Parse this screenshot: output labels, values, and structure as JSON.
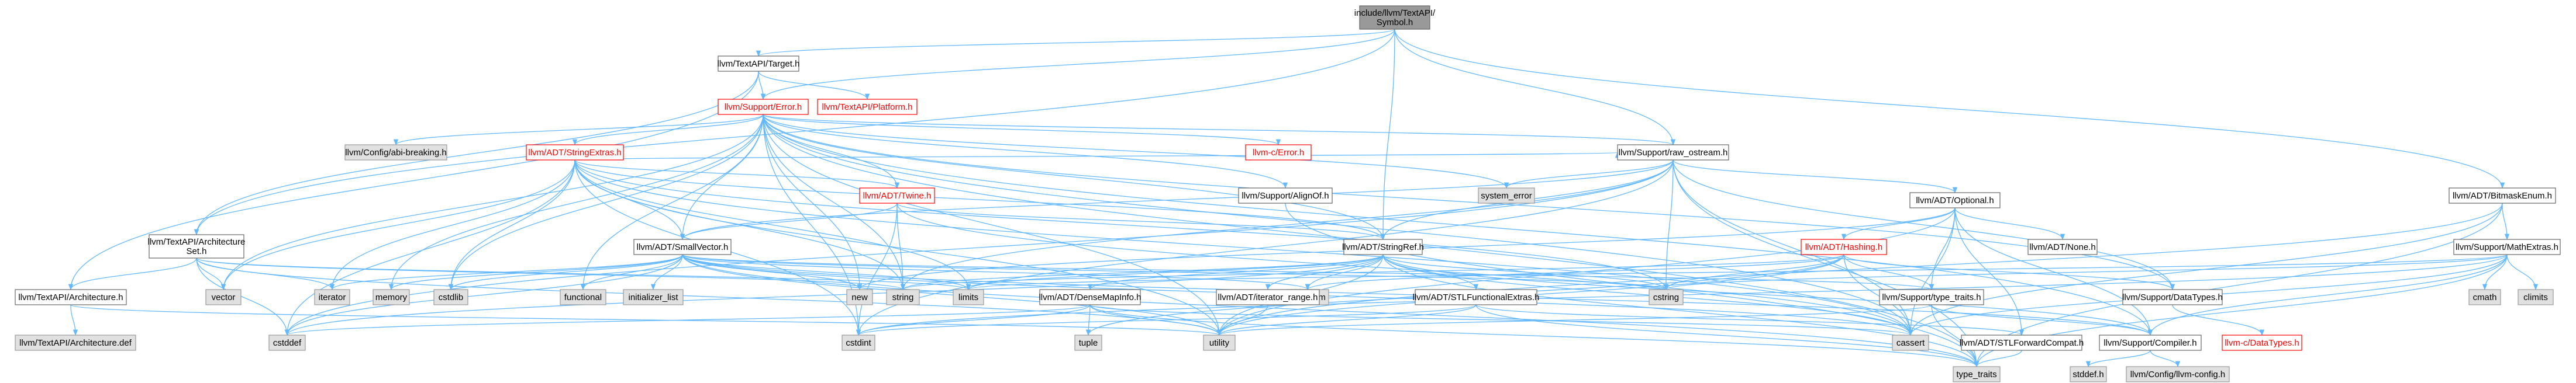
{
  "colors": {
    "root_fill": "#999999",
    "node_fill": "#ffffff",
    "node_stroke": "#666666",
    "missing_node_stroke": "#ff0000",
    "external_fill": "#e0e0e0",
    "external_stroke": "#999999",
    "text": "#000000",
    "missing_text": "#ff0000",
    "edge": "#63b8ff"
  },
  "nodes": [
    {
      "id": "root",
      "label": "include/llvm/TextAPI/Symbol.h",
      "kind": "root"
    },
    {
      "id": "target",
      "label": "llvm/TextAPI/Target.h",
      "kind": "normal"
    },
    {
      "id": "platform",
      "label": "llvm/TextAPI/Platform.h",
      "kind": "missing"
    },
    {
      "id": "error",
      "label": "llvm/Support/Error.h",
      "kind": "missing"
    },
    {
      "id": "abibreaking",
      "label": "llvm/Config/abi-breaking.h",
      "kind": "external"
    },
    {
      "id": "stringextras",
      "label": "llvm/ADT/StringExtras.h",
      "kind": "missing"
    },
    {
      "id": "cerror",
      "label": "llvm-c/Error.h",
      "kind": "missing"
    },
    {
      "id": "rawostream",
      "label": "llvm/Support/raw_ostream.h",
      "kind": "normal"
    },
    {
      "id": "systemerror",
      "label": "system_error",
      "kind": "external"
    },
    {
      "id": "alignof",
      "label": "llvm/Support/AlignOf.h",
      "kind": "normal"
    },
    {
      "id": "twine",
      "label": "llvm/ADT/Twine.h",
      "kind": "missing"
    },
    {
      "id": "archset",
      "label": "llvm/TextAPI/Architecture Set.h",
      "kind": "normal"
    },
    {
      "id": "archh",
      "label": "llvm/TextAPI/Architecture.h",
      "kind": "normal"
    },
    {
      "id": "archdef",
      "label": "llvm/TextAPI/Architecture.def",
      "kind": "external"
    },
    {
      "id": "smallvector",
      "label": "llvm/ADT/SmallVector.h",
      "kind": "normal"
    },
    {
      "id": "stringref",
      "label": "llvm/ADT/StringRef.h",
      "kind": "normal"
    },
    {
      "id": "optional",
      "label": "llvm/ADT/Optional.h",
      "kind": "normal"
    },
    {
      "id": "hashing",
      "label": "llvm/ADT/Hashing.h",
      "kind": "missing"
    },
    {
      "id": "none",
      "label": "llvm/ADT/None.h",
      "kind": "normal"
    },
    {
      "id": "bitmaskenum",
      "label": "llvm/ADT/BitmaskEnum.h",
      "kind": "normal"
    },
    {
      "id": "mathextras",
      "label": "llvm/Support/MathExtras.h",
      "kind": "normal"
    },
    {
      "id": "cmath",
      "label": "cmath",
      "kind": "external"
    },
    {
      "id": "climits",
      "label": "climits",
      "kind": "external"
    },
    {
      "id": "vector",
      "label": "vector",
      "kind": "external"
    },
    {
      "id": "iterator",
      "label": "iterator",
      "kind": "external"
    },
    {
      "id": "memory",
      "label": "memory",
      "kind": "external"
    },
    {
      "id": "cstdlib",
      "label": "cstdlib",
      "kind": "external"
    },
    {
      "id": "functional",
      "label": "functional",
      "kind": "external"
    },
    {
      "id": "initlist",
      "label": "initializer_list",
      "kind": "external"
    },
    {
      "id": "new",
      "label": "new",
      "kind": "external"
    },
    {
      "id": "string",
      "label": "string",
      "kind": "external"
    },
    {
      "id": "limits",
      "label": "limits",
      "kind": "external"
    },
    {
      "id": "algorithm",
      "label": "algorithm",
      "kind": "external"
    },
    {
      "id": "cstring",
      "label": "cstring",
      "kind": "external"
    },
    {
      "id": "typetraits_h",
      "label": "llvm/Support/type_traits.h",
      "kind": "normal"
    },
    {
      "id": "datatypes",
      "label": "llvm/Support/DataTypes.h",
      "kind": "normal"
    },
    {
      "id": "densemapinfo",
      "label": "llvm/ADT/DenseMapInfo.h",
      "kind": "normal"
    },
    {
      "id": "iteratorrange",
      "label": "llvm/ADT/iterator_range.h",
      "kind": "normal"
    },
    {
      "id": "stlfunctional",
      "label": "llvm/ADT/STLFunctionalExtras.h",
      "kind": "normal"
    },
    {
      "id": "cstddef",
      "label": "cstddef",
      "kind": "external"
    },
    {
      "id": "cstdint",
      "label": "cstdint",
      "kind": "external"
    },
    {
      "id": "tuple",
      "label": "tuple",
      "kind": "external"
    },
    {
      "id": "utility",
      "label": "utility",
      "kind": "external"
    },
    {
      "id": "cassert",
      "label": "cassert",
      "kind": "external"
    },
    {
      "id": "stlforward",
      "label": "llvm/ADT/STLForwardCompat.h",
      "kind": "normal"
    },
    {
      "id": "compiler",
      "label": "llvm/Support/Compiler.h",
      "kind": "normal"
    },
    {
      "id": "cdatatypes",
      "label": "llvm-c/DataTypes.h",
      "kind": "missing"
    },
    {
      "id": "typetraits",
      "label": "type_traits",
      "kind": "external"
    },
    {
      "id": "stddef",
      "label": "stddef.h",
      "kind": "external"
    },
    {
      "id": "llvmconfig",
      "label": "llvm/Config/llvm-config.h",
      "kind": "external"
    }
  ],
  "edges": [
    [
      "root",
      "target"
    ],
    [
      "root",
      "error"
    ],
    [
      "root",
      "rawostream"
    ],
    [
      "root",
      "stringref"
    ],
    [
      "root",
      "bitmaskenum"
    ],
    [
      "root",
      "archset"
    ],
    [
      "target",
      "platform"
    ],
    [
      "target",
      "error"
    ],
    [
      "target",
      "archh"
    ],
    [
      "target",
      "archset"
    ],
    [
      "error",
      "abibreaking"
    ],
    [
      "error",
      "stringextras"
    ],
    [
      "error",
      "cerror"
    ],
    [
      "error",
      "rawostream"
    ],
    [
      "error",
      "alignof"
    ],
    [
      "error",
      "twine"
    ],
    [
      "error",
      "smallvector"
    ],
    [
      "error",
      "stringref"
    ],
    [
      "error",
      "compiler"
    ],
    [
      "error",
      "datatypes"
    ],
    [
      "error",
      "cassert"
    ],
    [
      "error",
      "cstdint"
    ],
    [
      "error",
      "cstdlib"
    ],
    [
      "error",
      "functional"
    ],
    [
      "error",
      "memory"
    ],
    [
      "error",
      "new"
    ],
    [
      "error",
      "string"
    ],
    [
      "error",
      "systemerror"
    ],
    [
      "error",
      "type_traits_dummy"
    ],
    [
      "error",
      "utility"
    ],
    [
      "error",
      "vector"
    ],
    [
      "error",
      "typetraits"
    ],
    [
      "stringextras",
      "smallvector"
    ],
    [
      "stringextras",
      "stringref"
    ],
    [
      "stringextras",
      "twine"
    ],
    [
      "stringextras",
      "iterator"
    ],
    [
      "stringextras",
      "cassert"
    ],
    [
      "stringextras",
      "cstddef"
    ],
    [
      "stringextras",
      "cstdint"
    ],
    [
      "stringextras",
      "cstdlib"
    ],
    [
      "stringextras",
      "cstring"
    ],
    [
      "stringextras",
      "limits"
    ],
    [
      "stringextras",
      "string"
    ],
    [
      "stringextras",
      "utility"
    ],
    [
      "stringextras",
      "vector"
    ],
    [
      "stringextras",
      "rawostream"
    ],
    [
      "twine",
      "smallvector"
    ],
    [
      "twine",
      "stringref"
    ],
    [
      "twine",
      "cassert"
    ],
    [
      "twine",
      "cstdint"
    ],
    [
      "twine",
      "string"
    ],
    [
      "alignof",
      "typetraits"
    ],
    [
      "rawostream",
      "stringref"
    ],
    [
      "rawostream",
      "optional"
    ],
    [
      "rawostream",
      "datatypes"
    ],
    [
      "rawostream",
      "cassert"
    ],
    [
      "rawostream",
      "cstddef"
    ],
    [
      "rawostream",
      "cstdint"
    ],
    [
      "rawostream",
      "cstring"
    ],
    [
      "rawostream",
      "string"
    ],
    [
      "rawostream",
      "typetraits"
    ],
    [
      "rawostream",
      "systemerror"
    ],
    [
      "rawostream",
      "smallvector"
    ],
    [
      "archset",
      "archh"
    ],
    [
      "archset",
      "vector"
    ],
    [
      "archset",
      "iterator"
    ],
    [
      "archset",
      "limits"
    ],
    [
      "archset",
      "string"
    ],
    [
      "archset",
      "stddef_dummy"
    ],
    [
      "archset",
      "cstddef"
    ],
    [
      "archset",
      "utility"
    ],
    [
      "archh",
      "archdef"
    ],
    [
      "archh",
      "utility"
    ],
    [
      "smallvector",
      "compiler"
    ],
    [
      "smallvector",
      "typetraits_h"
    ],
    [
      "smallvector",
      "algorithm"
    ],
    [
      "smallvector",
      "cassert"
    ],
    [
      "smallvector",
      "cstddef"
    ],
    [
      "smallvector",
      "cstdlib"
    ],
    [
      "smallvector",
      "cstring"
    ],
    [
      "smallvector",
      "functional"
    ],
    [
      "smallvector",
      "initlist"
    ],
    [
      "smallvector",
      "iterator"
    ],
    [
      "smallvector",
      "limits"
    ],
    [
      "smallvector",
      "memory"
    ],
    [
      "smallvector",
      "new"
    ],
    [
      "smallvector",
      "typetraits"
    ],
    [
      "smallvector",
      "utility"
    ],
    [
      "stringref",
      "densemapinfo"
    ],
    [
      "stringref",
      "iteratorrange"
    ],
    [
      "stringref",
      "stlfunctional"
    ],
    [
      "stringref",
      "compiler"
    ],
    [
      "stringref",
      "algorithm"
    ],
    [
      "stringref",
      "cassert"
    ],
    [
      "stringref",
      "cstddef"
    ],
    [
      "stringref",
      "cstring"
    ],
    [
      "stringref",
      "limits"
    ],
    [
      "stringref",
      "string"
    ],
    [
      "stringref",
      "typetraits"
    ],
    [
      "stringref",
      "utility"
    ],
    [
      "optional",
      "hashing"
    ],
    [
      "optional",
      "none"
    ],
    [
      "optional",
      "stlforward"
    ],
    [
      "optional",
      "compiler"
    ],
    [
      "optional",
      "typetraits_h"
    ],
    [
      "optional",
      "cassert"
    ],
    [
      "optional",
      "new"
    ],
    [
      "optional",
      "utility"
    ],
    [
      "hashing",
      "datatypes"
    ],
    [
      "hashing",
      "typetraits_h"
    ],
    [
      "hashing",
      "algorithm"
    ],
    [
      "hashing",
      "cassert"
    ],
    [
      "hashing",
      "cstring"
    ],
    [
      "hashing",
      "string"
    ],
    [
      "hashing",
      "tuple"
    ],
    [
      "hashing",
      "utility"
    ],
    [
      "densemapinfo",
      "cassert"
    ],
    [
      "densemapinfo",
      "cstddef"
    ],
    [
      "densemapinfo",
      "cstdint"
    ],
    [
      "densemapinfo",
      "tuple"
    ],
    [
      "densemapinfo",
      "typetraits"
    ],
    [
      "densemapinfo",
      "utility"
    ],
    [
      "iteratorrange",
      "utility"
    ],
    [
      "stlfunctional",
      "stlforward"
    ],
    [
      "stlfunctional",
      "typetraits"
    ],
    [
      "stlfunctional",
      "cstdint"
    ],
    [
      "stlfunctional",
      "utility"
    ],
    [
      "typetraits_h",
      "compiler"
    ],
    [
      "typetraits_h",
      "typetraits"
    ],
    [
      "typetraits_h",
      "utility"
    ],
    [
      "stlforward",
      "typetraits"
    ],
    [
      "datatypes",
      "cdatatypes"
    ],
    [
      "compiler",
      "llvmconfig"
    ],
    [
      "compiler",
      "stddef"
    ],
    [
      "bitmaskenum",
      "mathextras"
    ],
    [
      "bitmaskenum",
      "cassert"
    ],
    [
      "bitmaskenum",
      "typetraits"
    ],
    [
      "bitmaskenum",
      "utility"
    ],
    [
      "mathextras",
      "compiler"
    ],
    [
      "mathextras",
      "cassert"
    ],
    [
      "mathextras",
      "climits"
    ],
    [
      "mathextras",
      "cmath"
    ],
    [
      "mathextras",
      "cstdint"
    ],
    [
      "mathextras",
      "cstring"
    ],
    [
      "mathextras",
      "limits"
    ],
    [
      "mathextras",
      "typetraits"
    ]
  ]
}
